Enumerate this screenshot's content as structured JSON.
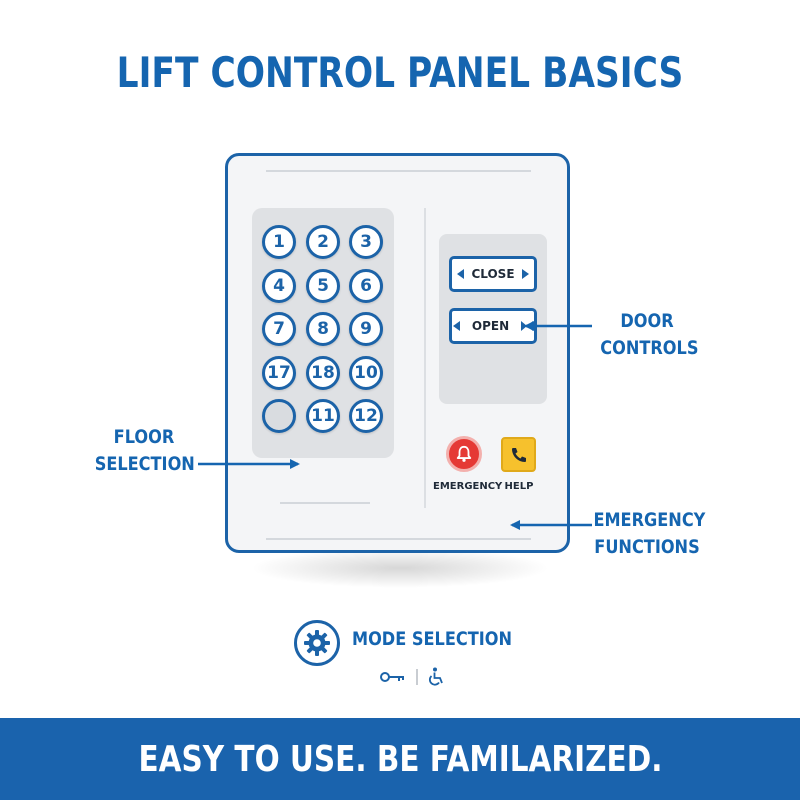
{
  "title": "LIFT CONTROL PANEL BASICS",
  "keypad": {
    "keys": [
      "1",
      "2",
      "3",
      "4",
      "5",
      "6",
      "7",
      "8",
      "9",
      "17",
      "18",
      "10",
      "",
      "11",
      "12"
    ]
  },
  "door_controls": {
    "close_label": "CLOSE",
    "open_label": "OPEN"
  },
  "emergency_panel": {
    "emergency_label": "EMERGENCY",
    "help_label": "HELP",
    "emergency_icon": "bell-icon",
    "help_icon": "phone-icon"
  },
  "callouts": {
    "door_controls": [
      "DOOR",
      "CONTROLS"
    ],
    "floor_selection": [
      "FLOOR",
      "SELECTION"
    ],
    "emergency_functions": [
      "EMERGENCY",
      "FUNCTIONS"
    ]
  },
  "mode": {
    "label": "MODE SELECTION",
    "icons": [
      "gear-icon",
      "key-icon",
      "wheelchair-icon"
    ]
  },
  "footer": "EASY TO USE. BE FAMILARIZED.",
  "colors": {
    "brand_blue": "#1565b0",
    "emergency_red": "#e53935",
    "help_yellow": "#f6c12d"
  }
}
